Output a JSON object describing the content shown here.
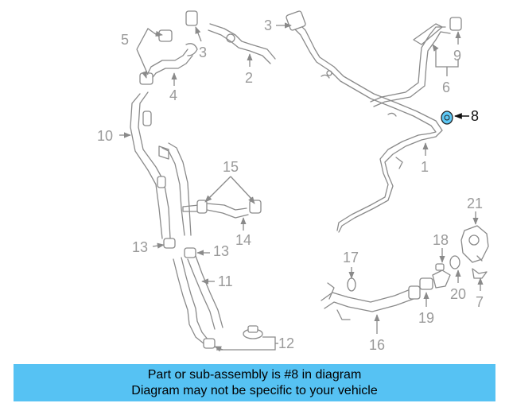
{
  "diagram": {
    "highlighted_callout": "8",
    "highlight_color": "#5ec8f5",
    "callouts": [
      "1",
      "2",
      "3",
      "3",
      "4",
      "5",
      "6",
      "7",
      "8",
      "9",
      "10",
      "11",
      "12",
      "13",
      "13",
      "14",
      "15",
      "16",
      "17",
      "18",
      "19",
      "20",
      "21"
    ]
  },
  "footer": {
    "background": "#56c2f3",
    "line1": "Part or sub-assembly is #8 in diagram",
    "line2": "Diagram may not be specific to your vehicle"
  }
}
